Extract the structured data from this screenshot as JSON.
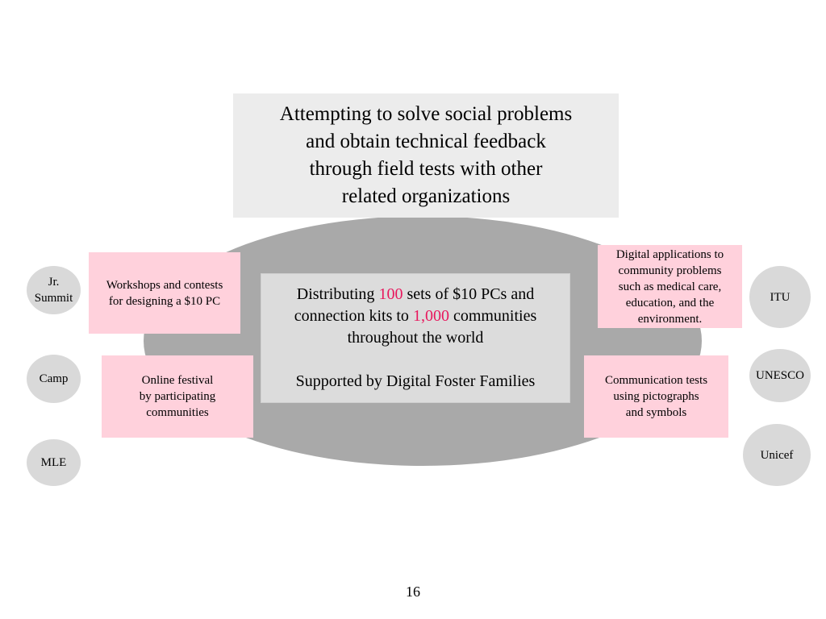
{
  "top_box": {
    "text": "Attempting to solve social problems\nand obtain technical feedback\nthrough field tests with other\nrelated organizations"
  },
  "center_box": {
    "line1_pre": "Distributing ",
    "count_pcs": "100",
    "line1_post": " sets of $10 PCs and",
    "line2_pre": "connection kits to ",
    "count_communities": "1,000",
    "line2_post": " communities",
    "line3": "throughout the world",
    "supported": "Supported by Digital Foster Families",
    "highlight_color": "#e8175d"
  },
  "left_boxes": {
    "workshops": "Workshops and contests\nfor designing a $10 PC",
    "online_festival": "Online festival\nby participating\ncommunities"
  },
  "right_boxes": {
    "digital_apps": "Digital applications to\ncommunity problems\nsuch as medical care,\neducation, and the\nenvironment.",
    "communication_tests": "Communication tests\nusing pictographs\nand symbols"
  },
  "left_circles": {
    "jr_summit": "Jr.\nSummit",
    "camp": "Camp",
    "mle": "MLE"
  },
  "right_circles": {
    "itu": "ITU",
    "unesco": "UNESCO",
    "unicef": "Unicef"
  },
  "page_number": "16",
  "colors": {
    "ellipse": "#a9a9a9",
    "pink_box": "#ffd1dc",
    "circle": "#d9d9d9"
  }
}
